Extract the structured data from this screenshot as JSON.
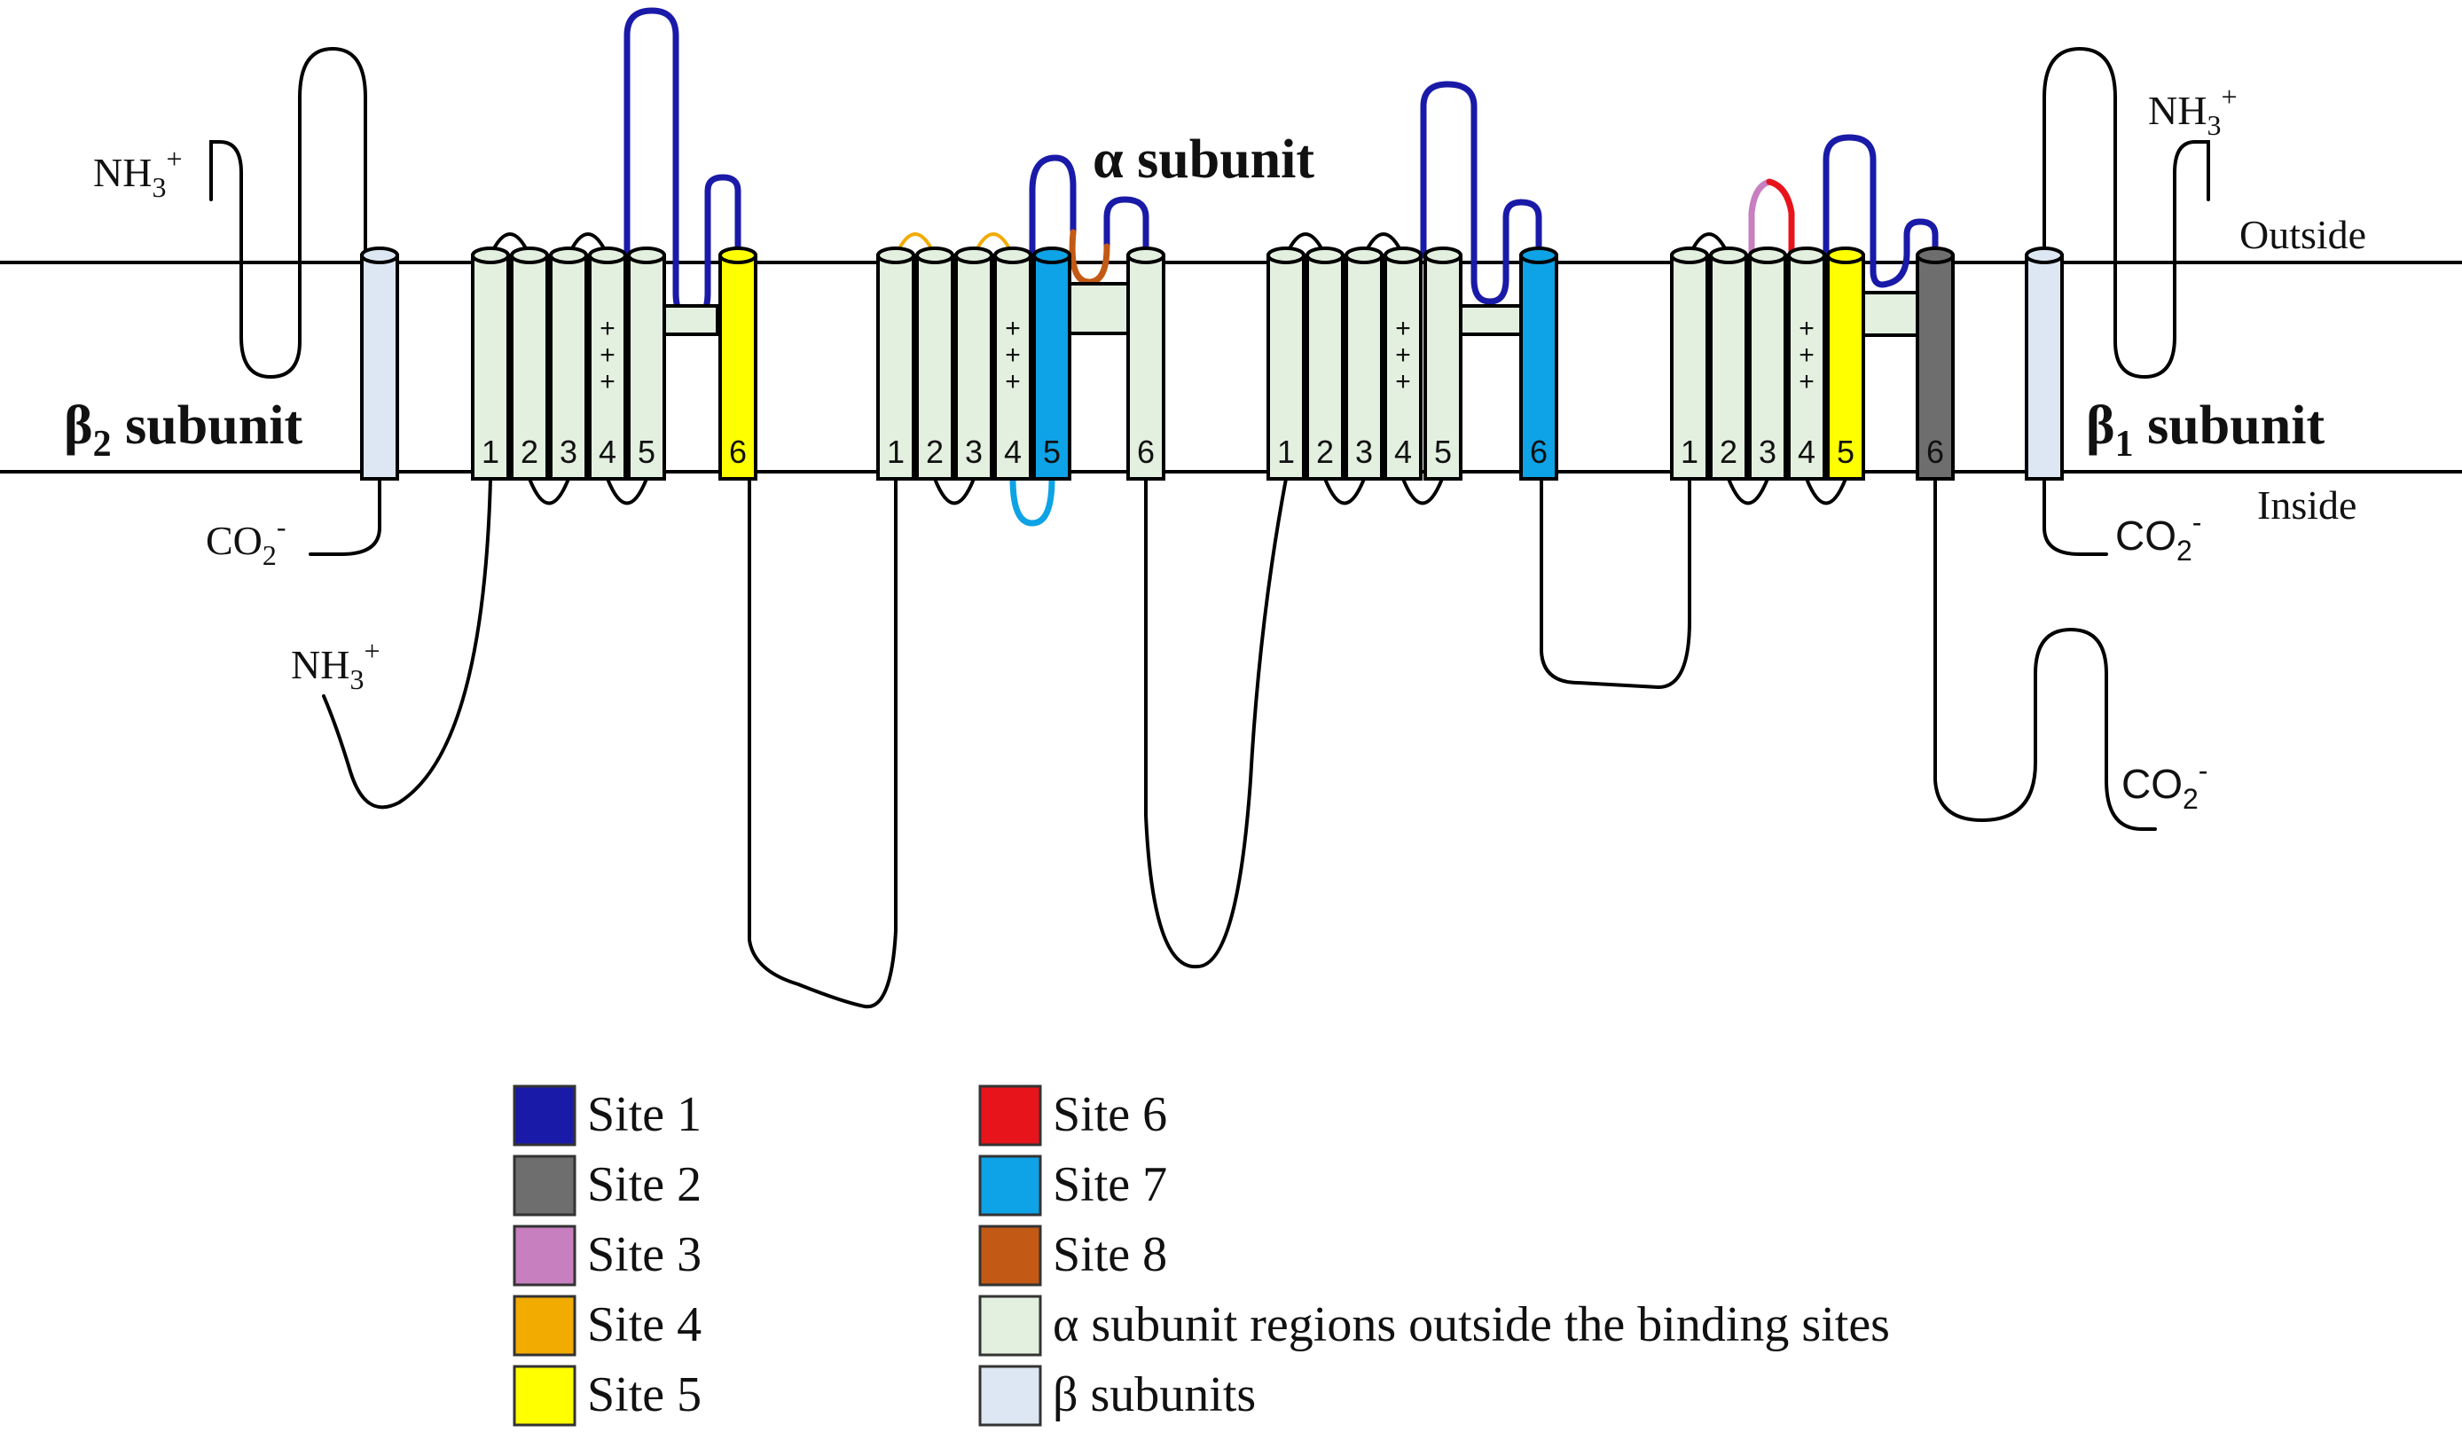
{
  "alpha_label": "α subunit",
  "beta2_label": "β",
  "beta2_sub": "2",
  "beta2_tail": " subunit",
  "beta1_label": "β",
  "beta1_sub": "1",
  "beta1_tail": " subunit",
  "outside": "Outside",
  "inside": "Inside",
  "nh3": "NH",
  "nh3_sub": "3",
  "nh3_sup": "+",
  "co2": "CO",
  "co2_sub": "2",
  "co2_sup": "-",
  "segment_numbers": [
    "1",
    "2",
    "3",
    "4",
    "5",
    "6"
  ],
  "charge": "+",
  "colors": {
    "site1": "#1a1aa8",
    "site2": "#6e6e6e",
    "site3": "#c77fc0",
    "site4": "#f2ab00",
    "site5": "#ffff00",
    "site6": "#e8141b",
    "site7": "#0ea2e6",
    "site8": "#c25a15",
    "alpha_other": "#e3efdf",
    "beta": "#dce7f3"
  },
  "legend": [
    {
      "label": "Site 1",
      "color": "#1a1aa8"
    },
    {
      "label": "Site 2",
      "color": "#6e6e6e"
    },
    {
      "label": "Site 3",
      "color": "#c77fc0"
    },
    {
      "label": "Site 4",
      "color": "#f2ab00"
    },
    {
      "label": "Site 5",
      "color": "#ffff00"
    },
    {
      "label": "Site 6",
      "color": "#e8141b"
    },
    {
      "label": "Site 7",
      "color": "#0ea2e6"
    },
    {
      "label": "Site 8",
      "color": "#c25a15"
    },
    {
      "label": "α subunit regions outside the binding sites",
      "color": "#e3efdf"
    },
    {
      "label": "β subunits",
      "color": "#dce7f3"
    }
  ]
}
